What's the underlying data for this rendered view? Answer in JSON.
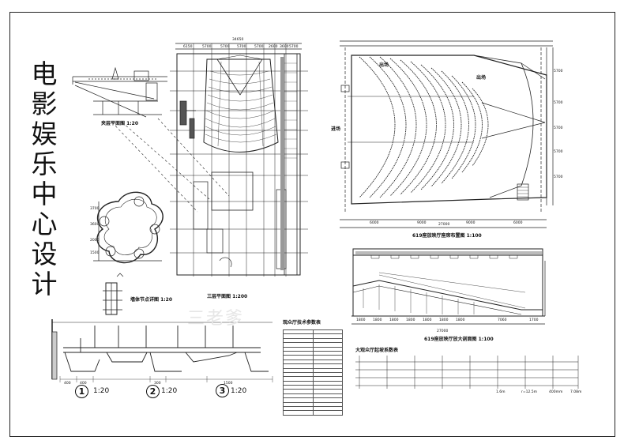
{
  "title_chars": [
    "电",
    "影",
    "娱",
    "乐",
    "中",
    "心",
    "设",
    "计"
  ],
  "labels": {
    "mezzanine_plan": "夹层平面图 1:20",
    "third_floor_plan": "三层平面图 1:200",
    "wall_node": "墙体节点详图 1:20",
    "seating_plan": "619座放映厅座席布置图 1:100",
    "section": "619座放映厅放大剖面图 1:100",
    "tech_table": "观众厅技术参数表",
    "slope_table": "大观众厅起坡系数表",
    "exit_left": "进场",
    "exit_top": "出场",
    "exit_right": "出场",
    "dim_total_width": "34650",
    "dim_seat_width": "27000",
    "dim_section_width": "27000",
    "watermark": "三老爹"
  },
  "details": [
    {
      "num": "1",
      "scale": "1:20"
    },
    {
      "num": "2",
      "scale": "1:20"
    },
    {
      "num": "3",
      "scale": "1:20"
    }
  ],
  "dims": {
    "plan_top": [
      "6150",
      "5700",
      "5700",
      "5700",
      "5700",
      "2600",
      "3600",
      "5700"
    ],
    "seat_bottom": [
      "6000",
      "9000",
      "9000",
      "6000"
    ],
    "section_bottom": [
      "1800",
      "1800",
      "1800",
      "1800",
      "1800",
      "1800",
      "1800",
      "7060",
      "1700"
    ],
    "right_side": [
      "5700",
      "5700",
      "5700",
      "5700",
      "5700"
    ],
    "curved_left": [
      "3700",
      "3600",
      "2000",
      "1500"
    ],
    "detail_bottom": [
      "400",
      "400",
      "300",
      "1500"
    ]
  },
  "slope_axis": [
    "1.6m",
    "r=12.5m",
    "400mm",
    "7.08m"
  ],
  "table_rows": 20
}
